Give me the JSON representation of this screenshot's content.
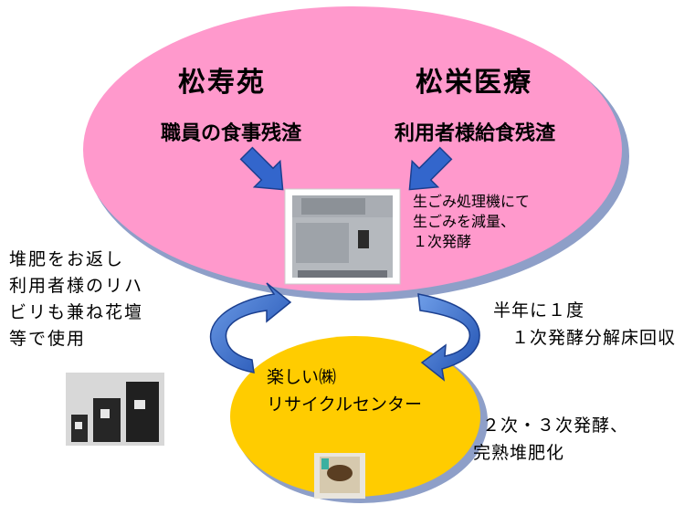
{
  "top_ellipse": {
    "left_org": "松寿苑",
    "right_org": "松栄医療",
    "left_waste": "職員の食事残渣",
    "right_waste": "利用者様給食残渣",
    "machine_note": [
      "生ごみ処理機にて",
      "生ごみを減量、",
      "１次発酵"
    ]
  },
  "bottom_ellipse": {
    "company_lines": [
      "楽しい㈱",
      "リサイクルセンター"
    ]
  },
  "right_notes": {
    "collection": [
      "半年に１度",
      "１次発酵分解床回収"
    ],
    "composting": [
      "２次・３次発酵、",
      "完熟堆肥化"
    ]
  },
  "left_notes": {
    "return": [
      "堆肥をお返し",
      "利用者様のリハ",
      "ビリも兼ね花壇",
      "等で使用"
    ]
  },
  "colors": {
    "top_ellipse_fill": "#ff99cc",
    "bottom_ellipse_fill": "#ffcc00",
    "arrow_fill": "#3366cc",
    "shadow": "#6b7fb3"
  },
  "icons": {
    "down_arrow": "blue-diagonal-arrow",
    "cycle_arrow": "blue-curved-arrow"
  }
}
